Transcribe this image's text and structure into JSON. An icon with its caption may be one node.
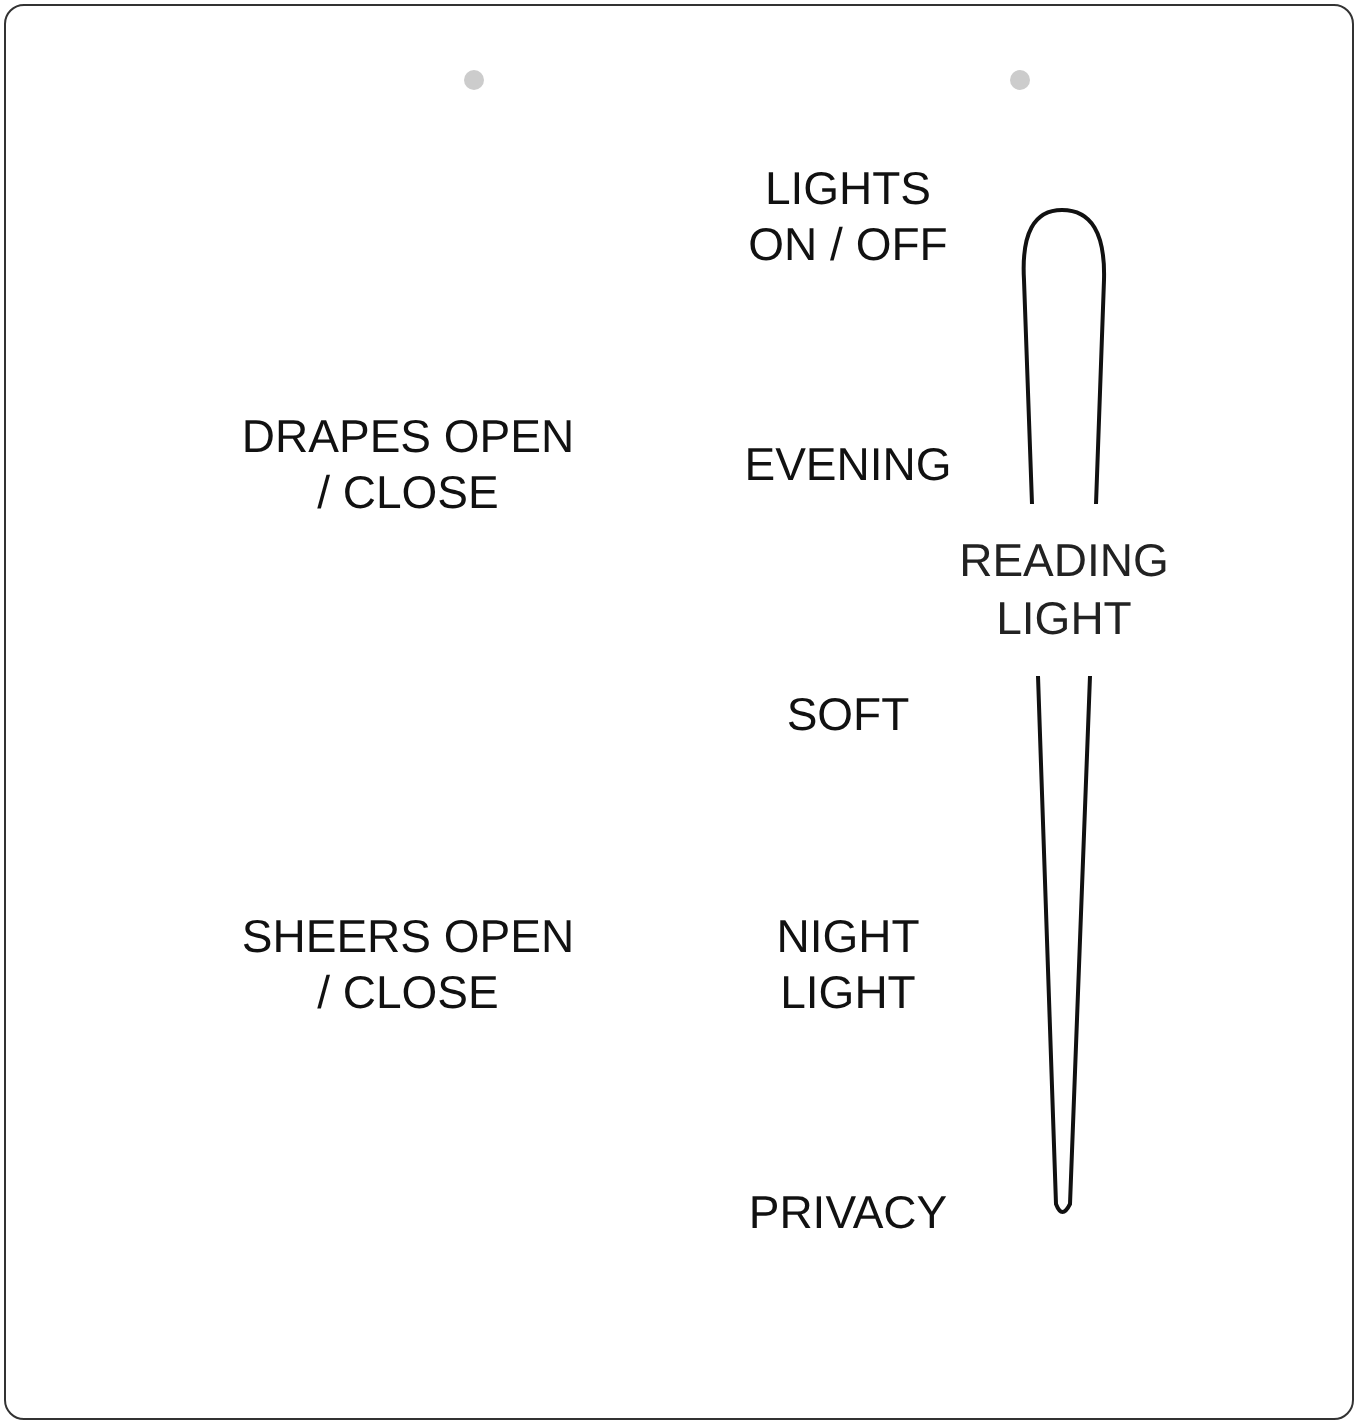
{
  "diagram": {
    "nodes": [
      {
        "text": [
          "READING LIGHT"
        ]
      }
    ],
    "labels": [
      "LIGHTS ON / OFF",
      "DRAPES OPEN / CLOSE",
      "EVENING",
      "SOFT",
      "SHEERS OPEN / CLOSE",
      "NIGHT LIGHT",
      "PRIVACY"
    ]
  }
}
